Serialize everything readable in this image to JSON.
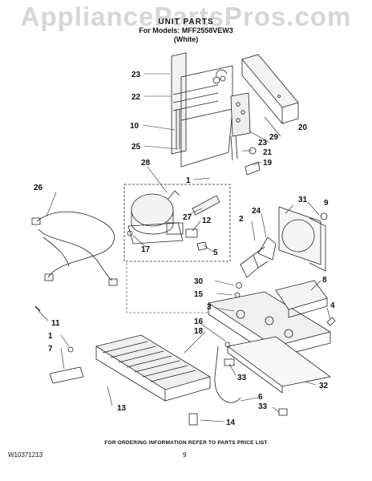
{
  "watermark": "AppliancePartsPros.com",
  "header": {
    "title": "UNIT PARTS",
    "models": "For Models: MFF2558VEW3",
    "variant": "(White)"
  },
  "callouts": {
    "c23a": "23",
    "c22": "22",
    "c10": "10",
    "c25": "25",
    "c28": "28",
    "c1a": "1",
    "c26": "26",
    "c27": "27",
    "c12": "12",
    "c17": "17",
    "c5": "5",
    "c20": "20",
    "c29": "29",
    "c23b": "23",
    "c21": "21",
    "c19": "19",
    "c31": "31",
    "c9": "9",
    "c2": "2",
    "c24": "24",
    "c8": "8",
    "c30": "30",
    "c15": "15",
    "c3": "3",
    "c4": "4",
    "c11": "11",
    "c16": "16",
    "c18": "18",
    "c1b": "1",
    "c7": "7",
    "c13": "13",
    "c33a": "33",
    "c32": "32",
    "c6": "6",
    "c33b": "33",
    "c14": "14"
  },
  "footer": {
    "note": "FOR ORDERING INFORMATION REFER TO PARTS PRICE LIST",
    "doc_number": "W10371213",
    "page": "9"
  }
}
